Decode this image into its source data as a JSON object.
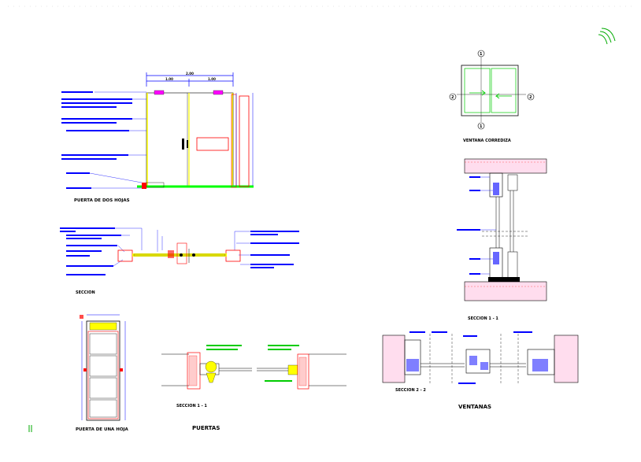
{
  "titles": {
    "door_two_leaves": "PUERTA DE DOS HOJAS",
    "door_section": "SECCION",
    "door_one_leaf": "PUERTA DE UNA HOJA",
    "door_section_11": "SECCION 1 - 1",
    "doors_group": "PUERTAS",
    "sliding_window": "VENTANA CORREDIZA",
    "window_section_11": "SECCION 1 - 1",
    "window_section_22": "SECCION 2 - 2",
    "windows_group": "VENTANAS"
  },
  "dimensions": {
    "overall_width": "2.00",
    "left_leaf": "1.00",
    "right_leaf": "1.00"
  },
  "section_markers": {
    "top": "1",
    "bottom": "1",
    "left": "2",
    "right": "2"
  },
  "colors": {
    "sheet": "#ffffff",
    "ink": "#000000",
    "annotation": "#0000ff",
    "frame": "#ff0000",
    "glass": "#ffff00",
    "floor": "#00ff00",
    "fixture": "#ff00ff",
    "leader": "#00cc00",
    "wall_hatch": "#ff0000"
  }
}
